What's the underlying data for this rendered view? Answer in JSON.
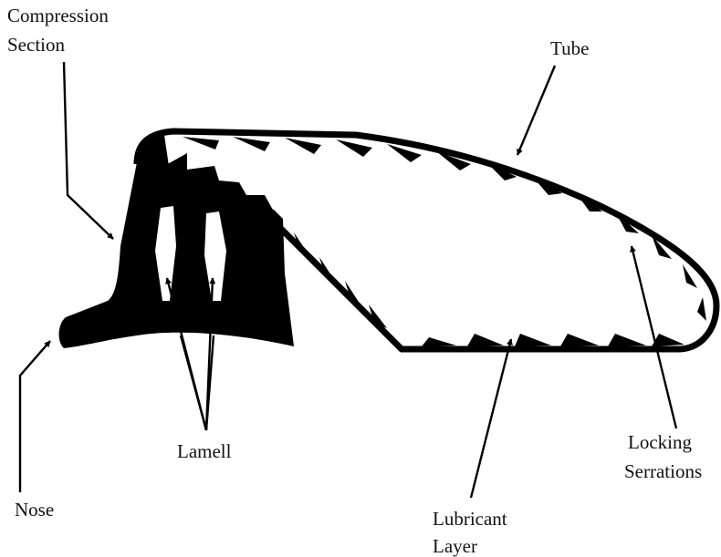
{
  "labels": {
    "compression_line1": "Compression",
    "compression_line2": "Section",
    "tube": "Tube",
    "lamell": "Lamell",
    "nose": "Nose",
    "locking_line1": "Locking",
    "locking_line2": "Serrations",
    "lubricant_line1": "Lubricant",
    "lubricant_line2": "Layer"
  },
  "colors": {
    "ink": "#000000",
    "paper": "#ffffff"
  }
}
